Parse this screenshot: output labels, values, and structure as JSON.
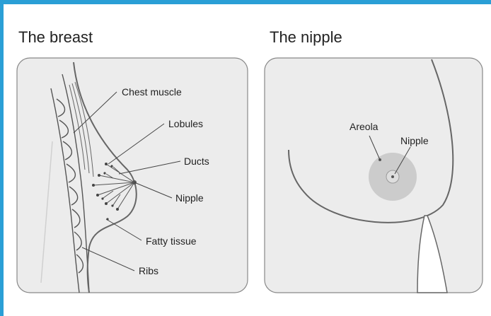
{
  "panels": {
    "breast": {
      "title": "The breast",
      "labels": {
        "chest_muscle": "Chest muscle",
        "lobules": "Lobules",
        "ducts": "Ducts",
        "nipple": "Nipple",
        "fatty_tissue": "Fatty tissue",
        "ribs": "Ribs"
      }
    },
    "nipple": {
      "title": "The nipple",
      "labels": {
        "areola": "Areola",
        "nipple": "Nipple"
      }
    }
  },
  "colors": {
    "frame_accent": "#2a9fd6",
    "panel_fill": "#ececec",
    "areola_fill": "#cccccc",
    "line": "#555555"
  }
}
